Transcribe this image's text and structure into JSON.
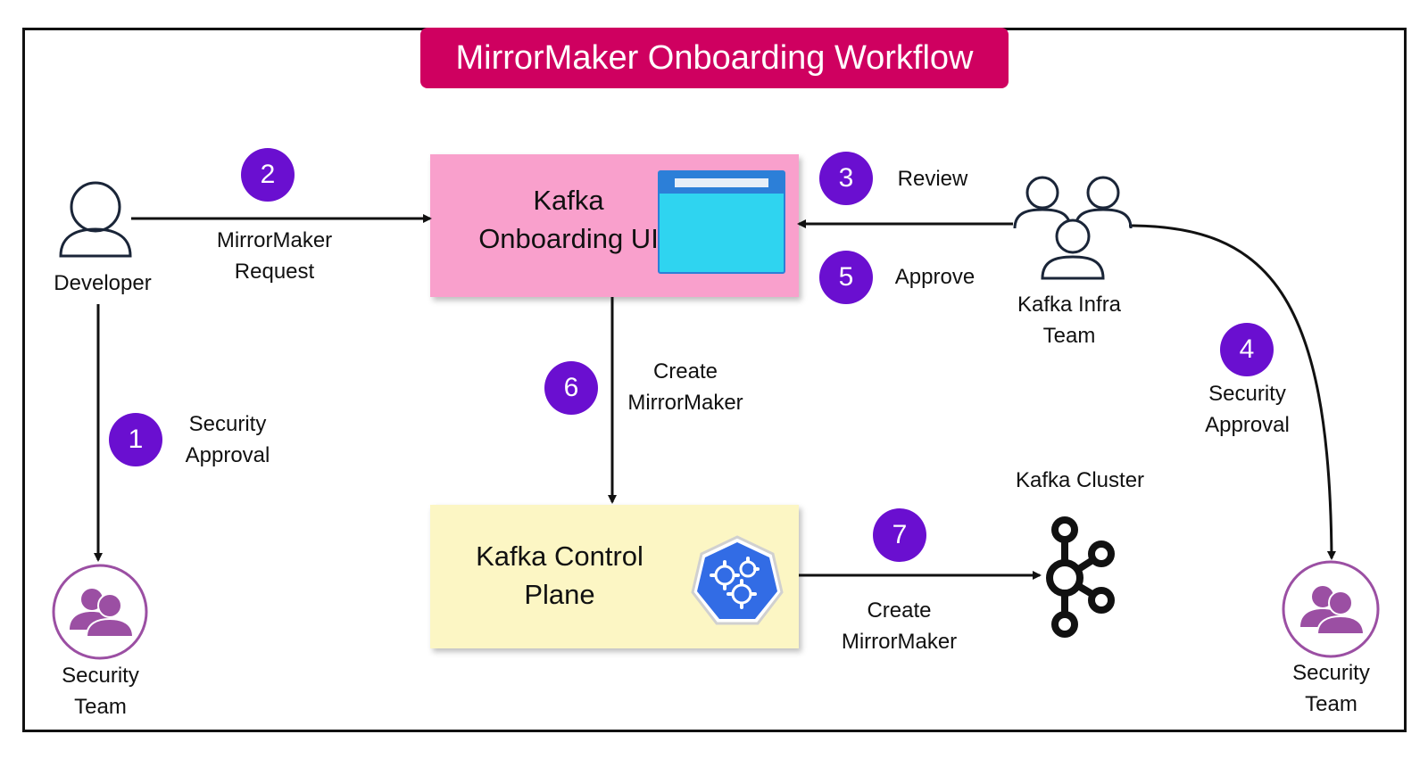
{
  "title": "MirrorMaker Onboarding Workflow",
  "nodes": {
    "developer": "Developer",
    "onboarding_ui": "Kafka Onboarding UI",
    "infra_team": [
      "Kafka Infra",
      "Team"
    ],
    "control_plane": [
      "Kafka Control",
      "Plane"
    ],
    "kafka_cluster": "Kafka Cluster",
    "security_team_left": [
      "Security",
      "Team"
    ],
    "security_team_right": [
      "Security",
      "Team"
    ]
  },
  "onboarding_ui_lines": [
    "Kafka",
    "Onboarding UI"
  ],
  "steps": [
    {
      "num": "1",
      "label": [
        "Security",
        "Approval"
      ]
    },
    {
      "num": "2",
      "label": [
        "MirrorMaker",
        "Request"
      ]
    },
    {
      "num": "3",
      "label": [
        "Review"
      ]
    },
    {
      "num": "4",
      "label": [
        "Security",
        "Approval"
      ]
    },
    {
      "num": "5",
      "label": [
        "Approve"
      ]
    },
    {
      "num": "6",
      "label": [
        "Create",
        "MirrorMaker"
      ]
    },
    {
      "num": "7",
      "label": [
        "Create",
        "MirrorMaker"
      ]
    }
  ],
  "icons": {
    "developer": "person-icon",
    "infra_team": "group-icon",
    "ui": "browser-window-icon",
    "control_plane": "kubernetes-icon",
    "cluster": "kafka-icon",
    "security": "security-team-icon"
  },
  "colors": {
    "title_bg": "#cf0060",
    "badge": "#6a0fd0",
    "ui_box": "#f9a0cc",
    "control_plane_box": "#fcf6c4",
    "security_circle": "#9b4fa3",
    "kubernetes": "#326ce5",
    "window": "#2fd4f0"
  }
}
